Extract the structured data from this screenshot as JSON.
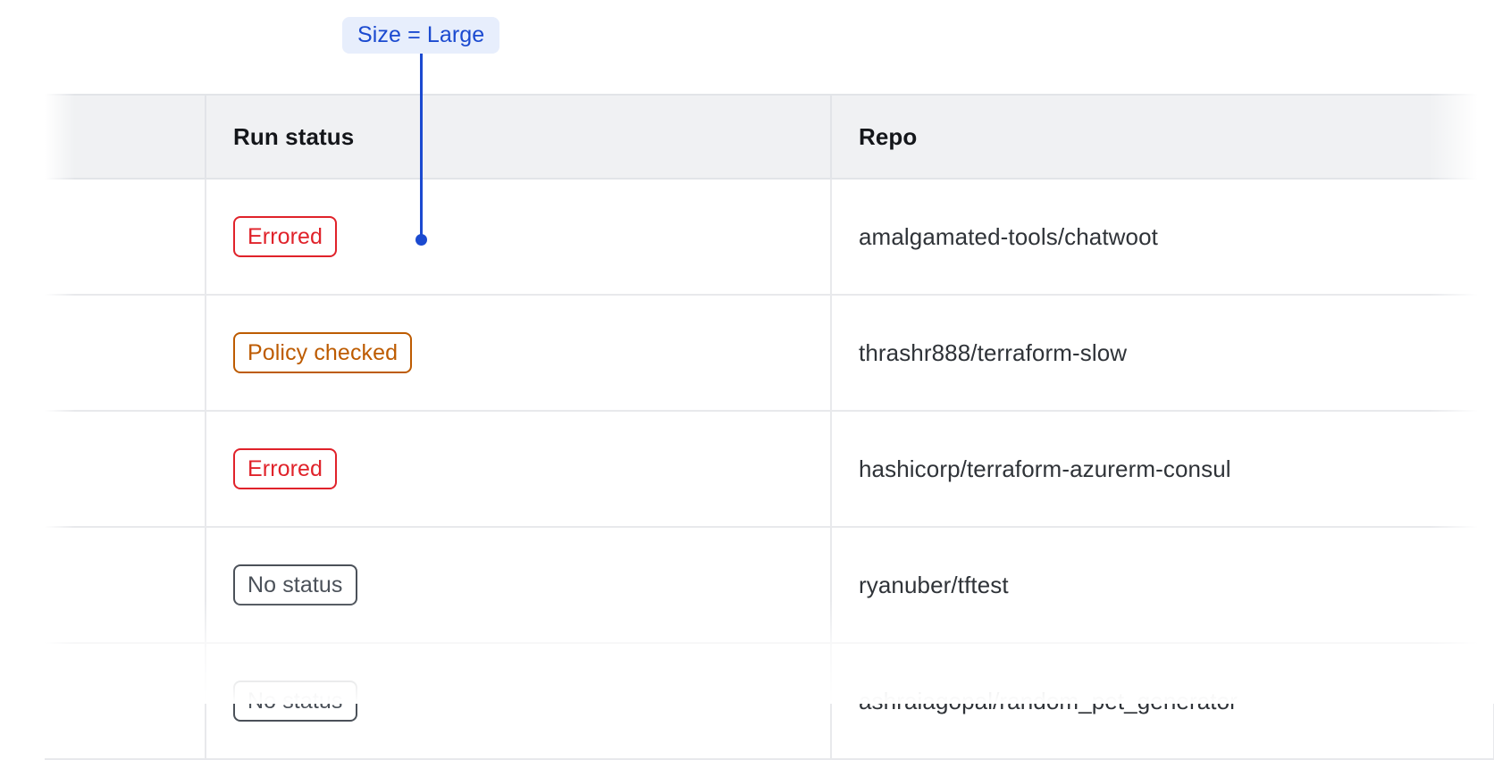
{
  "annotation": {
    "label": "Size = Large",
    "accent_color": "#1b4ad0",
    "pill_background": "#e7eefc",
    "connector": "vertical-line-with-dot"
  },
  "table": {
    "columns": [
      {
        "key": "select",
        "header": ""
      },
      {
        "key": "run_status",
        "header": "Run status"
      },
      {
        "key": "repo",
        "header": "Repo"
      }
    ],
    "header_background": "#f0f1f3",
    "border_color": "#e2e4e8",
    "rows": [
      {
        "select": "",
        "status": {
          "label": "Errored",
          "variant": "errored",
          "color": "#e0222a"
        },
        "repo": "amalgamated-tools/chatwoot"
      },
      {
        "select": "",
        "status": {
          "label": "Policy checked",
          "variant": "policychecked",
          "color": "#bd5b00"
        },
        "repo": "thrashr888/terraform-slow"
      },
      {
        "select": "",
        "status": {
          "label": "Errored",
          "variant": "errored",
          "color": "#e0222a"
        },
        "repo": "hashicorp/terraform-azurerm-consul"
      },
      {
        "select": "",
        "status": {
          "label": "No status",
          "variant": "nostatus",
          "color": "#4b5159"
        },
        "repo": "ryanuber/tftest"
      },
      {
        "select": "",
        "status": {
          "label": "No status",
          "variant": "nostatus",
          "color": "#4b5159"
        },
        "repo": "ashraiagopal/random_pet_generator"
      }
    ]
  }
}
